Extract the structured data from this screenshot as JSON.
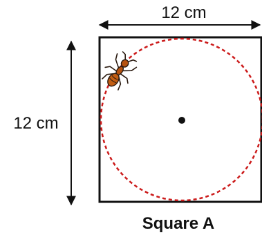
{
  "diagram": {
    "top_dimension": "12 cm",
    "side_dimension": "12 cm",
    "caption": "Square A",
    "center_dot": true,
    "circle_style": "dashed",
    "colors": {
      "square_stroke": "#111111",
      "circle_stroke": "#cc1b1b",
      "arrow": "#111111",
      "ant_body": "#b5520f",
      "ant_dark": "#2a1a10"
    },
    "icons": [
      "ant-icon",
      "double-arrow-icon"
    ]
  }
}
